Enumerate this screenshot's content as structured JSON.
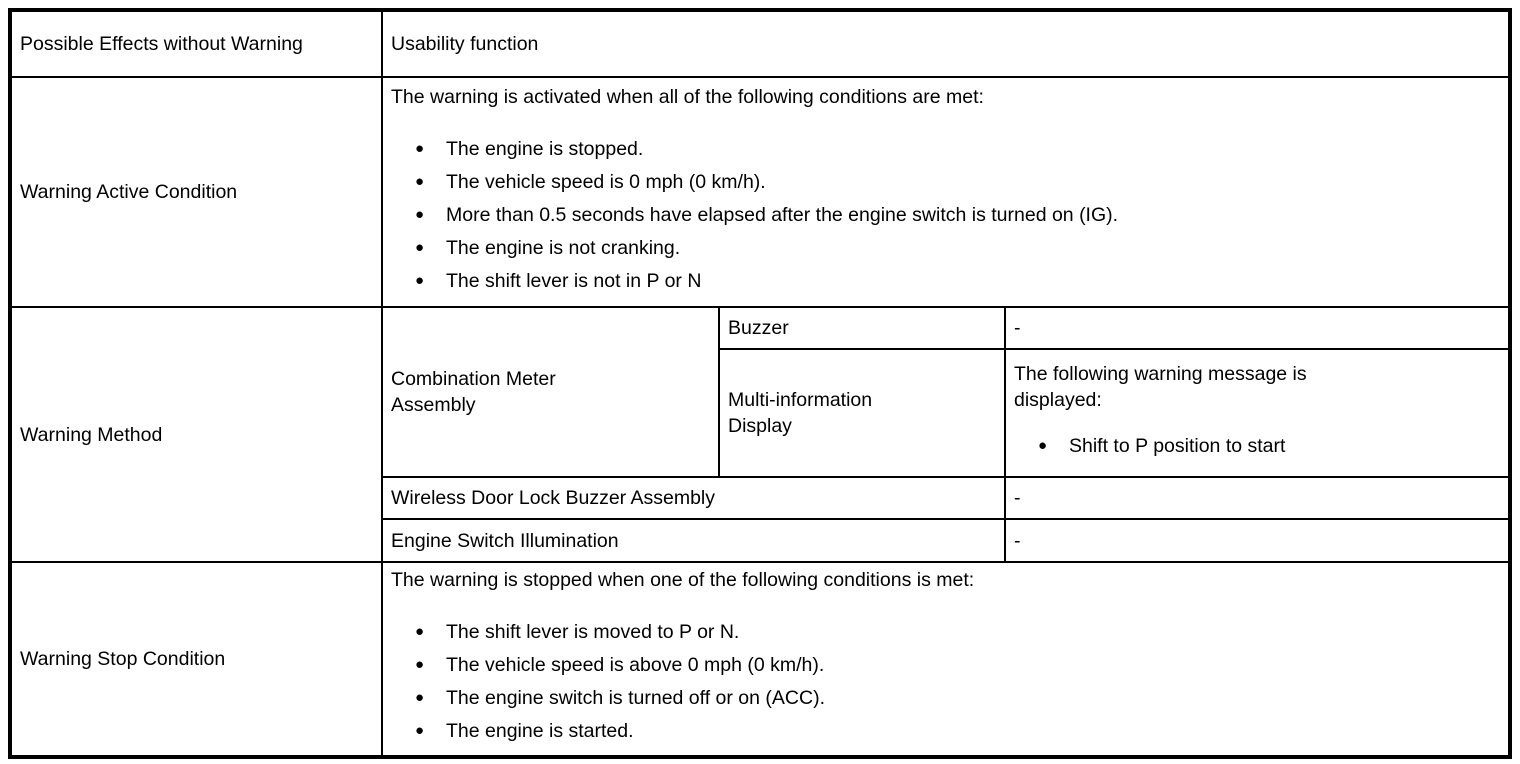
{
  "table": {
    "possible_effects": {
      "label": "Possible Effects without Warning",
      "value": "Usability function"
    },
    "active_condition": {
      "label": "Warning Active Condition",
      "intro": "The warning is activated when all of the following conditions are met:",
      "bullets": [
        "The engine is stopped.",
        "The vehicle speed is 0 mph (0 km/h).",
        "More than 0.5 seconds have elapsed after the engine switch is turned on (IG).",
        "The engine is not cranking.",
        "The shift lever is not in P or N"
      ]
    },
    "warning_method": {
      "label": "Warning Method",
      "combination_meter": {
        "label": "Combination Meter Assembly",
        "buzzer": {
          "label": "Buzzer",
          "value": "-"
        },
        "multi_information_display": {
          "label": "Multi-information Display",
          "intro": "The following warning message is displayed:",
          "bullets": [
            "Shift to P position to start"
          ]
        }
      },
      "wireless_door_lock": {
        "label": "Wireless Door Lock Buzzer Assembly",
        "value": "-"
      },
      "engine_switch_illumination": {
        "label": "Engine Switch Illumination",
        "value": "-"
      }
    },
    "stop_condition": {
      "label": "Warning Stop Condition",
      "intro": "The warning is stopped when one of the following conditions is met:",
      "bullets": [
        "The shift lever is moved to P or N.",
        "The vehicle speed is above 0 mph (0 km/h).",
        "The engine switch is turned off or on (ACC).",
        "The engine is started."
      ]
    }
  }
}
